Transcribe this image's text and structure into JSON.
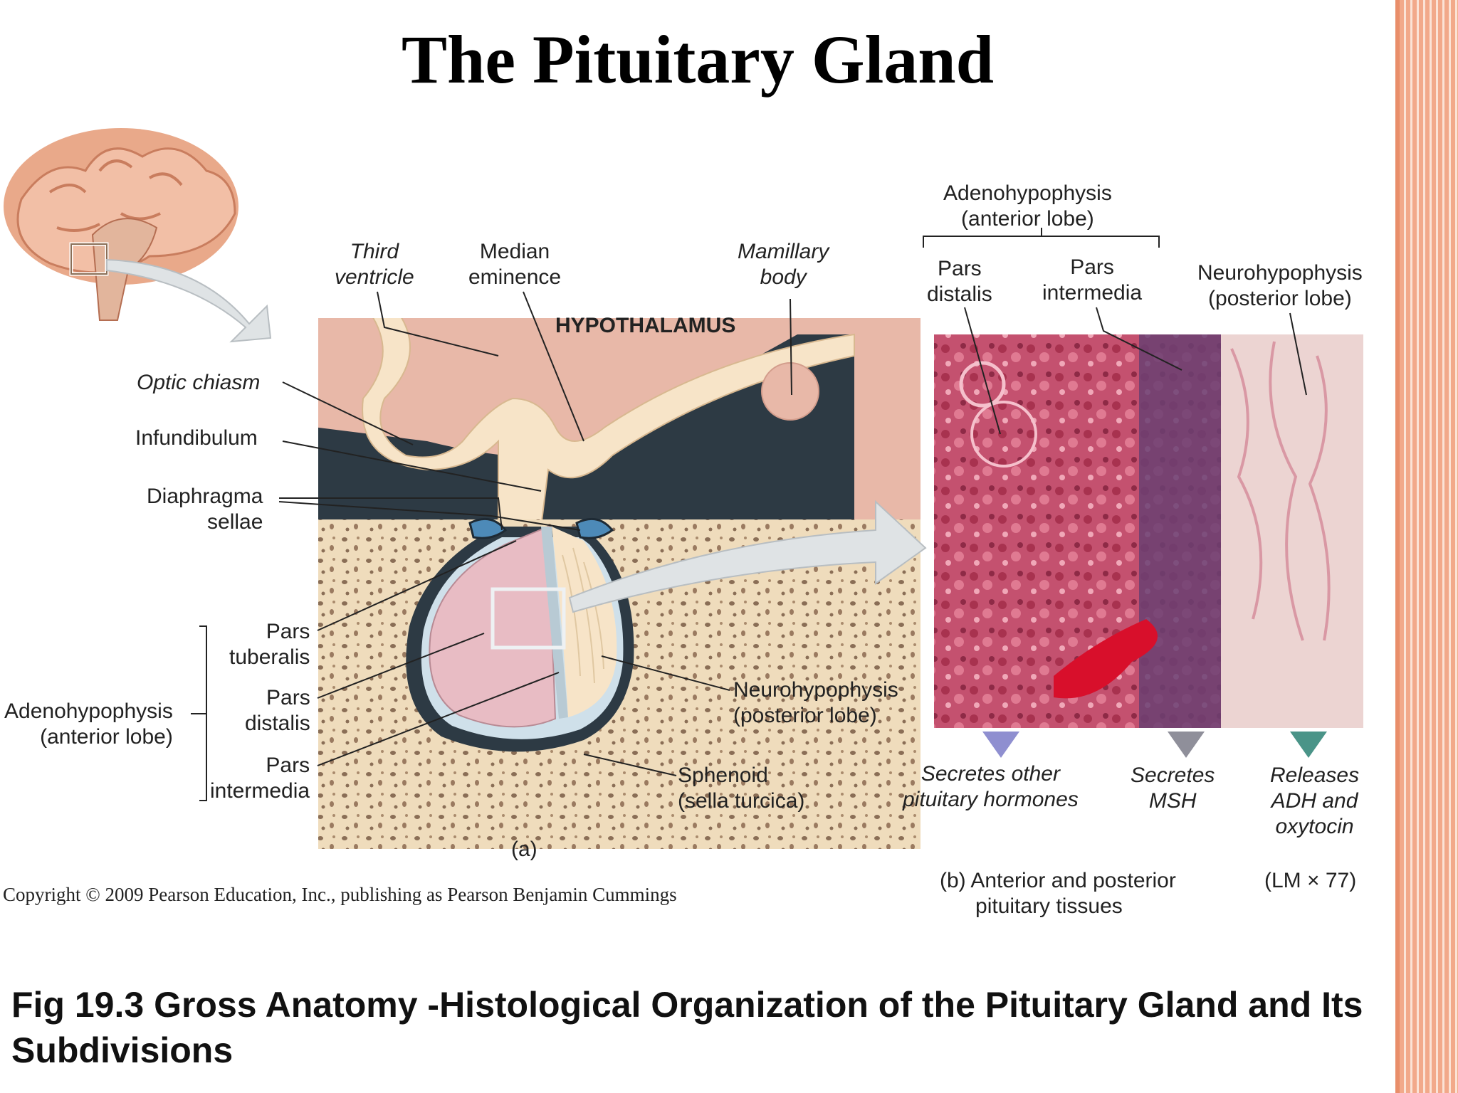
{
  "title": "The Pituitary Gland",
  "panel_a": {
    "labels": {
      "third_ventricle": "Third\nventricle",
      "median_eminence": "Median\neminence",
      "mamillary_body": "Mamillary\nbody",
      "hypothalamus": "HYPOTHALAMUS",
      "optic_chiasm": "Optic chiasm",
      "infundibulum": "Infundibulum",
      "diaphragma_sellae": "Diaphragma\nsellae",
      "pars_tuberalis": "Pars\ntuberalis",
      "pars_distalis": "Pars\ndistalis",
      "pars_intermedia": "Pars\nintermedia",
      "adenohypophysis": "Adenohypophysis\n(anterior lobe)",
      "neurohypophysis": "Neurohypophysis\n(posterior lobe)",
      "sphenoid": "Sphenoid\n(sella turcica)",
      "panel_letter": "(a)"
    }
  },
  "panel_b": {
    "labels": {
      "adenohypophysis": "Adenohypophysis\n(anterior lobe)",
      "pars_distalis": "Pars\ndistalis",
      "pars_intermedia": "Pars\nintermedia",
      "neurohypophysis": "Neurohypophysis\n(posterior lobe)",
      "secretes_other": "Secretes other\npituitary hormones",
      "secretes_msh": "Secretes\nMSH",
      "releases": "Releases\nADH and\noxytocin",
      "caption": "(b) Anterior and posterior\n      pituitary tissues",
      "magnification": "(LM × 77)"
    }
  },
  "copyright": "Copyright © 2009 Pearson Education, Inc., publishing as Pearson Benjamin Cummings",
  "caption": "Fig 19.3   Gross Anatomy -Histological Organization of the Pituitary Gland and Its Subdivisions",
  "colors": {
    "stripe": "#f2a98a",
    "hypothalamus": "#e8b8a8",
    "neural_tissue": "#f7e4c8",
    "capsule": "#2d3a44",
    "anterior_lobe": "#e8bcc4",
    "bone": "#eedcbc"
  }
}
